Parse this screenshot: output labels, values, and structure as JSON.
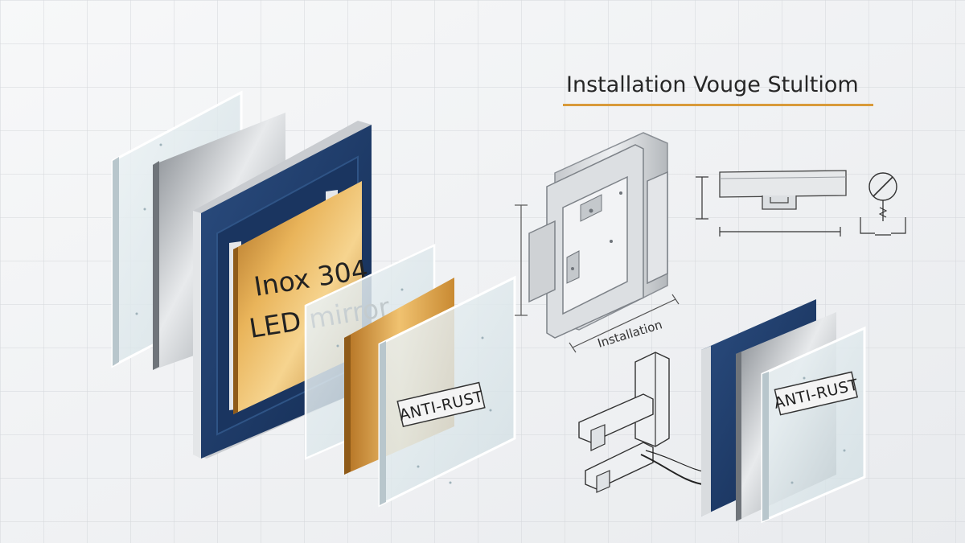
{
  "title": "Installation Vouge Stultiom",
  "stack_left": {
    "label_line1": "Inox 304",
    "label_line2": "LED mirror",
    "badge": "ANTI-RUST"
  },
  "frame_diagram": {
    "label": "Installation"
  },
  "stack_right": {
    "badge": "ANTI-RUST"
  },
  "colors": {
    "navy": "#1f3a66",
    "gold": "#d79a38",
    "steel": "#a9aeb3",
    "glass": "#dbe6ea",
    "accent_line": "#d99a3a"
  }
}
